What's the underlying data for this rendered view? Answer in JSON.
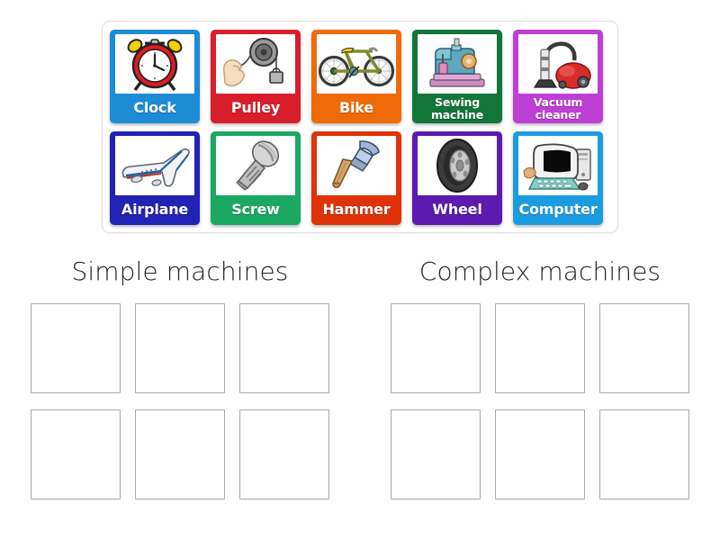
{
  "activity": {
    "type": "group-sort",
    "rows": 2,
    "columns": 5
  },
  "items": [
    {
      "label": "Clock",
      "icon": "alarm-clock-icon",
      "color": "#1E8BD6",
      "lines": 1
    },
    {
      "label": "Pulley",
      "icon": "pulley-icon",
      "color": "#D81E2A",
      "lines": 1
    },
    {
      "label": "Bike",
      "icon": "bicycle-icon",
      "color": "#EE6B08",
      "lines": 1
    },
    {
      "label": "Sewing\nmachine",
      "icon": "sewing-machine-icon",
      "color": "#12753A",
      "lines": 2
    },
    {
      "label": "Vacuum\ncleaner",
      "icon": "vacuum-cleaner-icon",
      "color": "#BE3FD4",
      "lines": 2
    },
    {
      "label": "Airplane",
      "icon": "airplane-icon",
      "color": "#2222B4",
      "lines": 1
    },
    {
      "label": "Screw",
      "icon": "screw-icon",
      "color": "#1BA863",
      "lines": 1
    },
    {
      "label": "Hammer",
      "icon": "hammer-icon",
      "color": "#E03208",
      "lines": 1
    },
    {
      "label": "Wheel",
      "icon": "tire-wheel-icon",
      "color": "#5B1BAE",
      "lines": 1
    },
    {
      "label": "Computer",
      "icon": "computer-icon",
      "color": "#1C9CE0",
      "lines": 1
    }
  ],
  "categories": [
    {
      "title": "Simple machines",
      "slot_count": 6
    },
    {
      "title": "Complex machines",
      "slot_count": 6
    }
  ],
  "colors": {
    "panel_border": "#e2e2e2",
    "slot_border": "#a9a9a9",
    "title_text": "#222222",
    "card_label_text": "#ffffff",
    "background": "#ffffff"
  }
}
